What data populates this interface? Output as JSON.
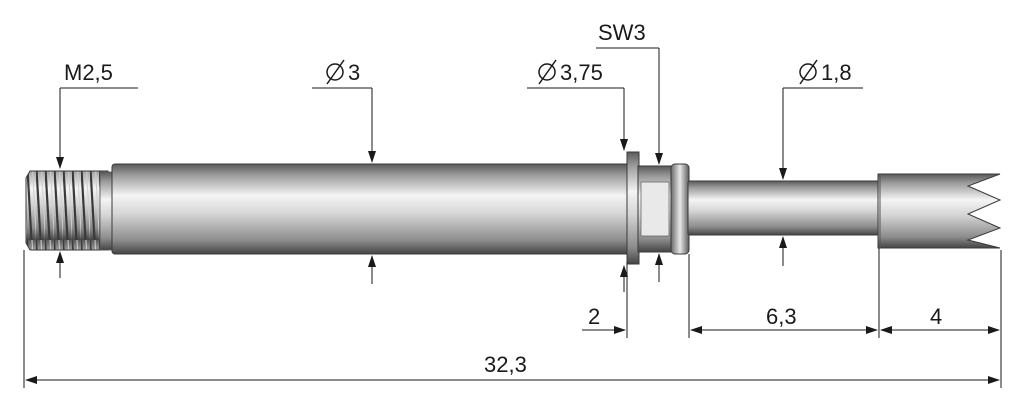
{
  "labels": {
    "thread": "M2,5",
    "shaft_dia": "3",
    "collar_dia": "3,75",
    "wrench": "SW3",
    "pin_dia": "1,8",
    "len_collar": "2",
    "len_pin": "6,3",
    "len_tip": "4",
    "len_total": "32,3"
  },
  "symbols": {
    "diameter": "diameter-symbol"
  },
  "colors": {
    "steel_light": "#f2f2f2",
    "steel_mid": "#a9a9a9",
    "steel_dark": "#4a4a4a",
    "line": "#1a1a1a"
  }
}
